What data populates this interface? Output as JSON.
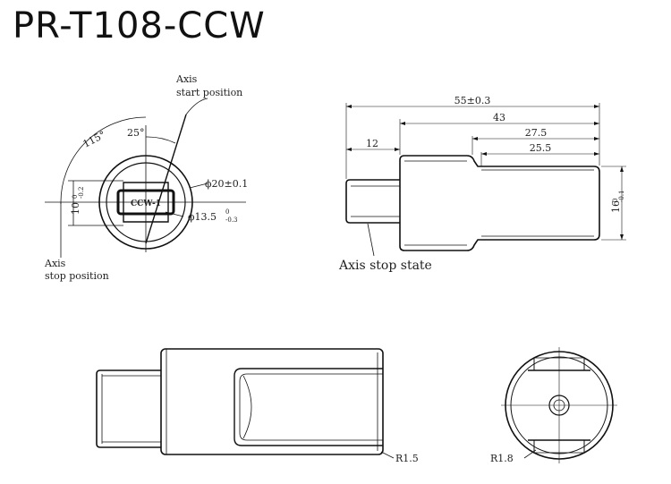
{
  "title": "PR-T108-CCW",
  "front_view": {
    "axis_start_line1": "Axis",
    "axis_start_line2": "start position",
    "axis_stop_line1": "Axis",
    "axis_stop_line2": "stop position",
    "angle_115": "115°",
    "angle_25": "25°",
    "dim_10": "10",
    "dim_10_tol_upper": "0",
    "dim_10_tol_lower": "-0.2",
    "dim_dia20": "ϕ20±0.1",
    "dim_dia13_5": "ϕ13.5",
    "dim_dia13_5_tol_upper": "0",
    "dim_dia13_5_tol_lower": "-0.3",
    "marking": "CCW-1"
  },
  "side_view": {
    "dim_55": "55±0.3",
    "dim_43": "43",
    "dim_27_5": "27.5",
    "dim_25_5": "25.5",
    "dim_12": "12",
    "dim_16": "16",
    "dim_16_tol_upper": "0",
    "dim_16_tol_lower": "-0.1",
    "caption": "Axis stop state"
  },
  "bottom_side_view": {
    "radius_label": "R1.5"
  },
  "end_view": {
    "radius_label": "R1.8"
  },
  "colors": {
    "line": "#111111",
    "background": "#ffffff"
  }
}
